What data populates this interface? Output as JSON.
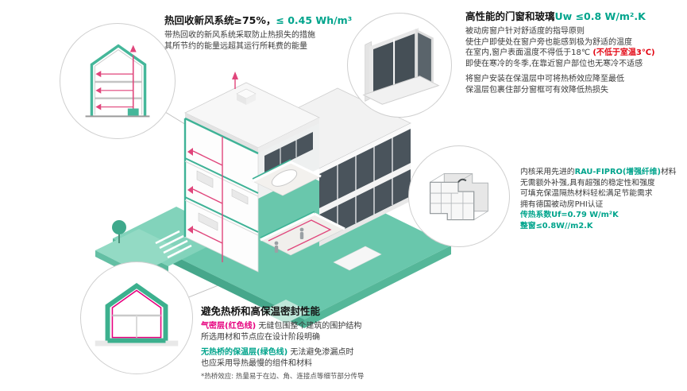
{
  "colors": {
    "accent_green": "#00a48c",
    "platform_teal": "#69c7ac",
    "airtight_magenta": "#e6007e",
    "warning_red": "#e30613",
    "duct_red": "#e0457b"
  },
  "vent": {
    "title_black": "热回收新风系统≥75%，",
    "title_green": "≤ 0.45 Wh/m³",
    "line1": "带热回收的新风系统采取防止热损失的措施",
    "line2": "其所节约的能量远超其运行所耗费的能量"
  },
  "win": {
    "title_black": "高性能的门窗和玻璃",
    "title_green": "Uw ≤0.8 W/m².K",
    "line1": "被动房窗户针对舒适度的指导原则",
    "line2": "使住户即使处在窗户旁也能感到极为舒适的温度",
    "line3a": "在室内,窗户表面温度不得低于18℃ ",
    "line3b": "(不低于室温3℃)",
    "line4": "即使在寒冷的冬季,在靠近窗户部位也无寒冷不适感",
    "line5": "将窗户安装在保温层中可将热桥效应降至最低",
    "line6": "保温层包裹住部分窗框可有效降低热损失"
  },
  "profile": {
    "line1a": "内核采用先进的",
    "line1b": "RAU-FIPRO(增强纤维)",
    "line1c": "材料",
    "line2": "无需额外补强,具有超强的稳定性和强度",
    "line3": "可填充保温隔热材料轻松满足节能需求",
    "line4": "拥有德国被动房PHI认证",
    "line5": "传热系数Uf=0.79 W/m²K",
    "line6": "整窗≤0.8W//m2.K"
  },
  "env": {
    "title": "避免热桥和高保温密封性能",
    "line1a": "气密层(红色线)",
    "line1b": " 无缝包围整个建筑的围护结构",
    "line2": "所选用材和节点应在设计阶段明确",
    "line3a": "无热桥的保温层(绿色线)",
    "line3b": " 无法避免渗漏点时",
    "line4": "也应采用导热最慢的组件和材料",
    "note": "*热桥效应: 热量易于在边、角、连接点等细节部分传导"
  }
}
